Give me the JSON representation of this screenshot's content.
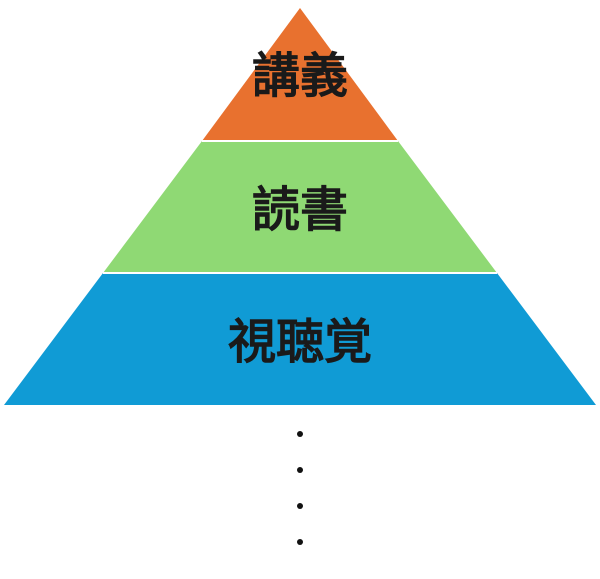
{
  "tiers": [
    {
      "label": "講義",
      "color": "#E8712F"
    },
    {
      "label": "読書",
      "color": "#8FD974"
    },
    {
      "label": "視聴覚",
      "color": "#109BD5"
    }
  ],
  "continuation": "⋮"
}
